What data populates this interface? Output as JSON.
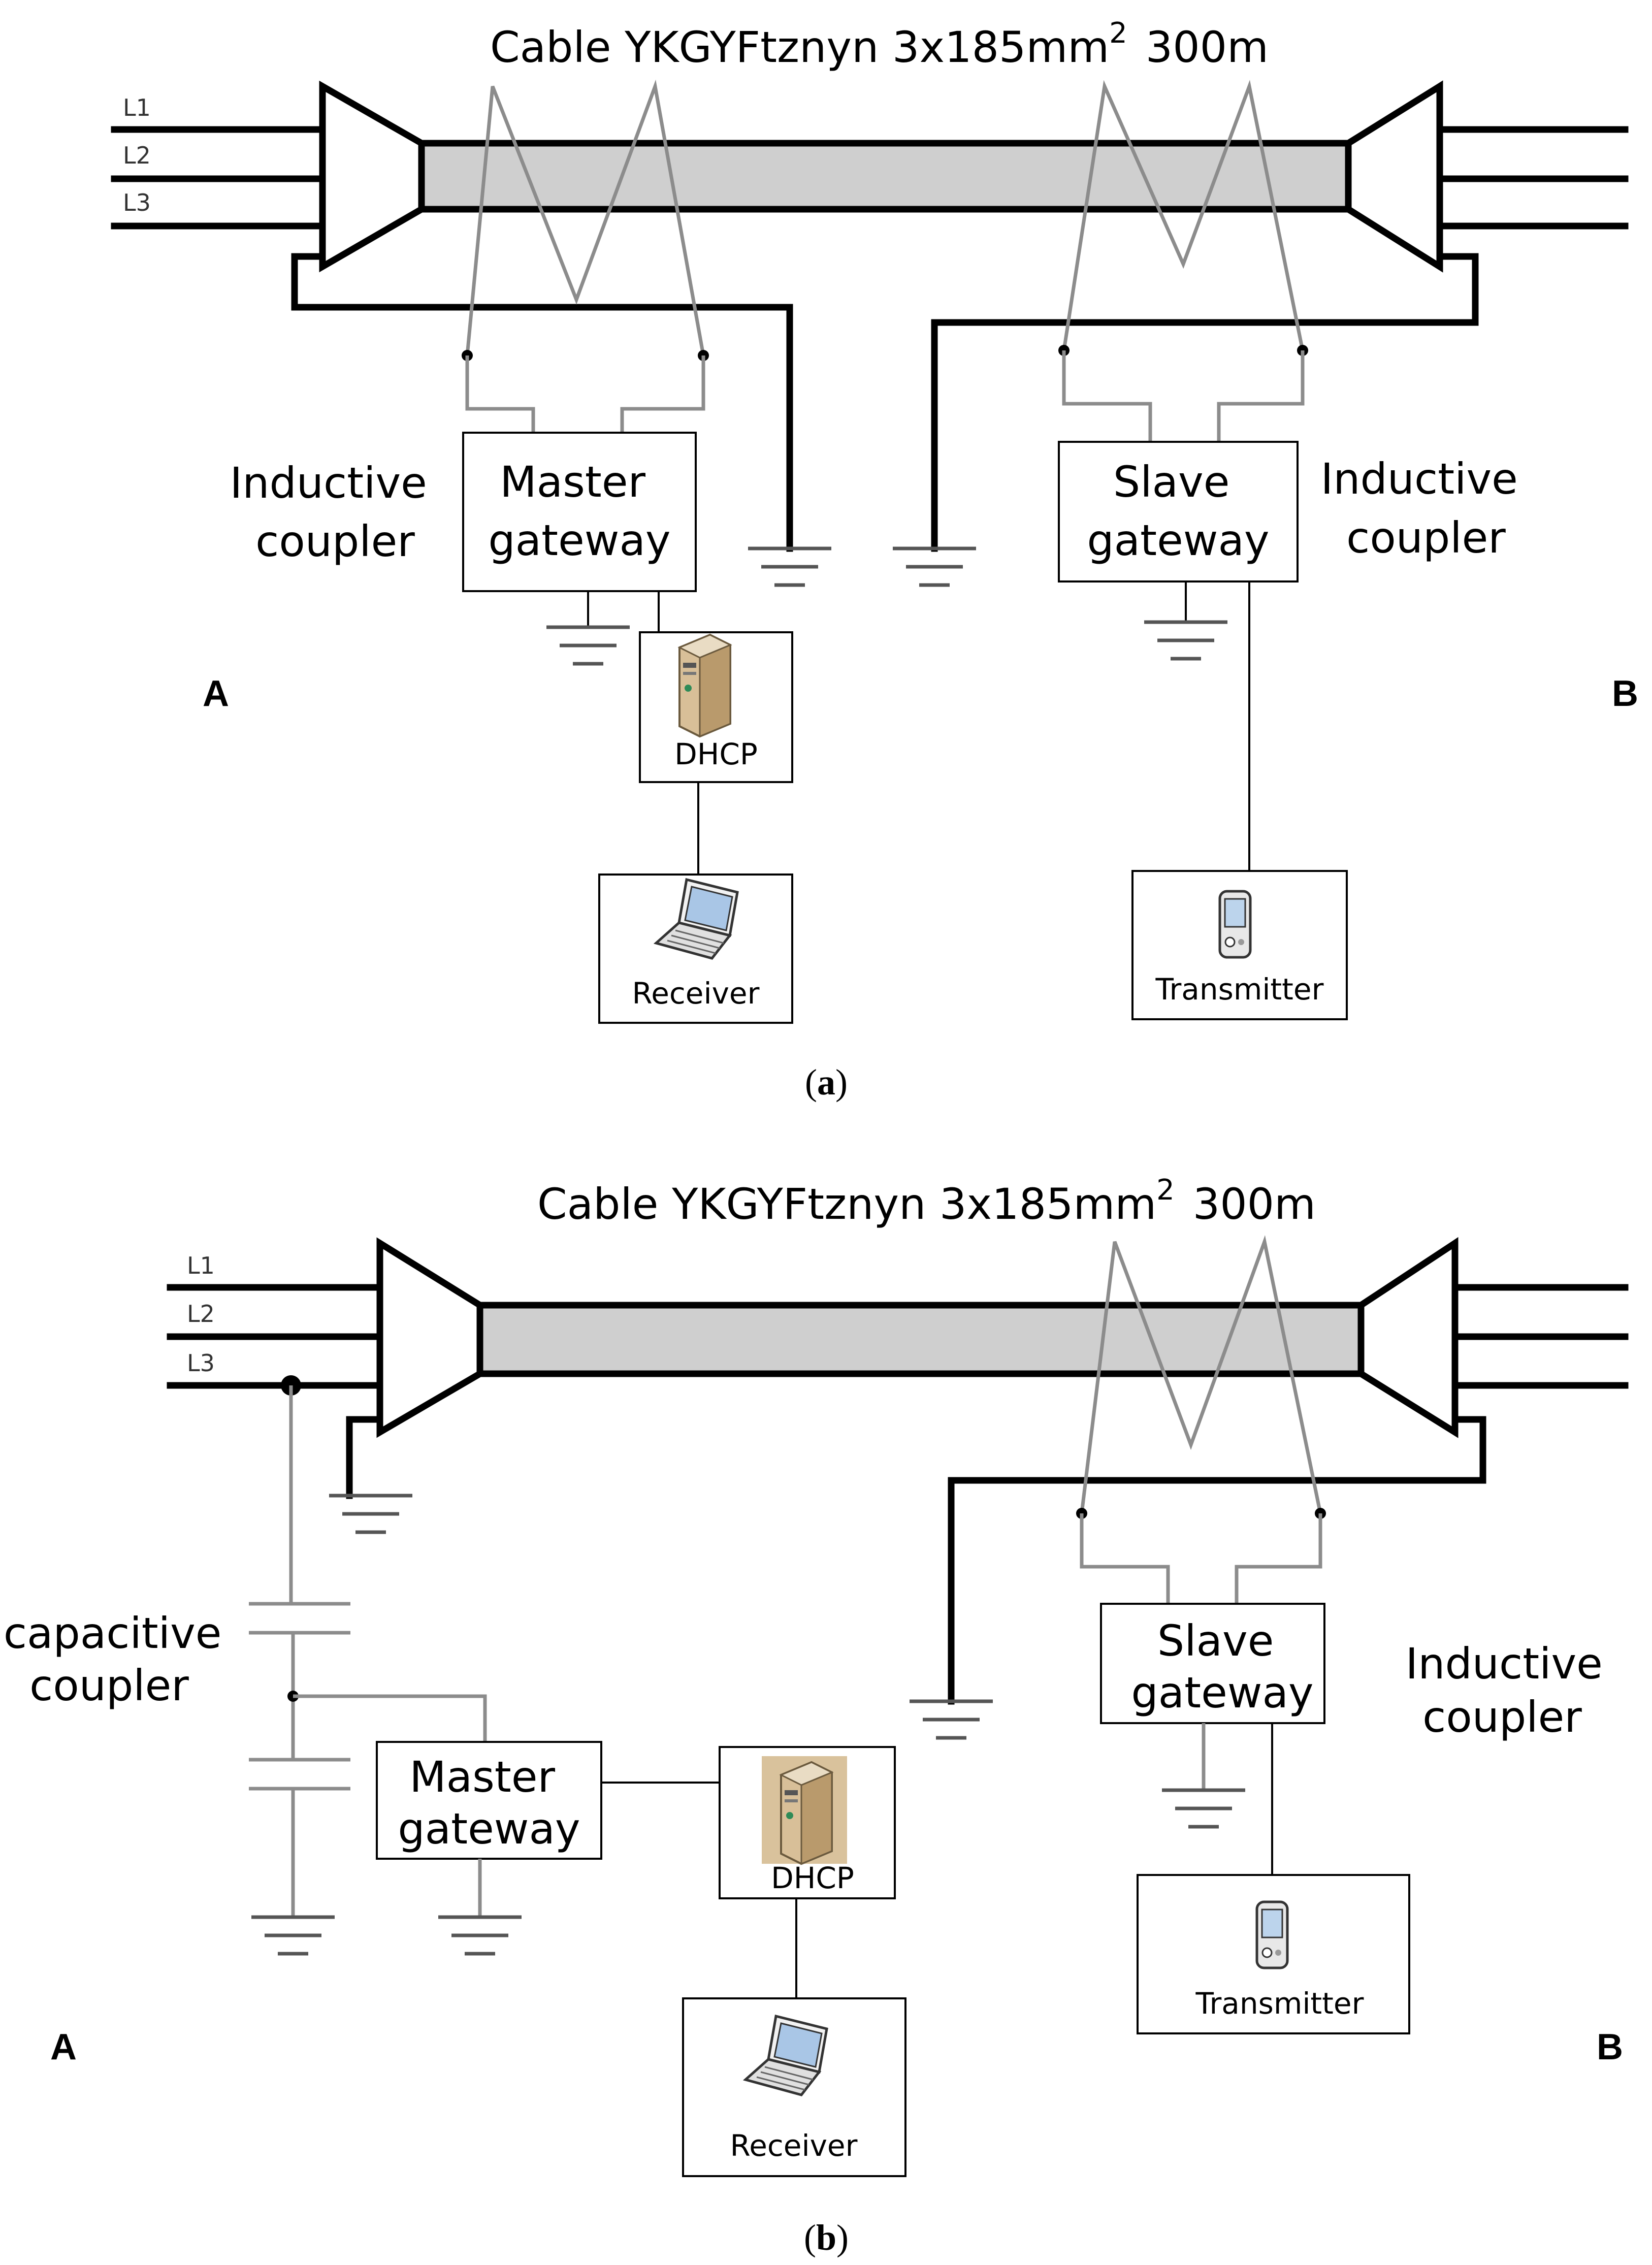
{
  "panel_a": {
    "cable_label": "Cable YKGYFtznyn 3x185mm",
    "cable_sup": "2",
    "cable_length": "300m",
    "lines": [
      "L1",
      "L2",
      "L3"
    ],
    "left_coupler_label": [
      "Inductive",
      "coupler"
    ],
    "right_coupler_label": [
      "Inductive",
      "coupler"
    ],
    "master_gateway": [
      "Master",
      "gateway"
    ],
    "slave_gateway": [
      "Slave",
      "gateway"
    ],
    "dhcp": "DHCP",
    "receiver": "Receiver",
    "transmitter": "Transmitter",
    "end_a": "A",
    "end_b": "B",
    "caption_open": "(",
    "caption_letter": "a",
    "caption_close": ")"
  },
  "panel_b": {
    "cable_label": "Cable YKGYFtznyn  3x185mm",
    "cable_sup": "2",
    "cable_length": "300m",
    "lines": [
      "L1",
      "L2",
      "L3"
    ],
    "capacitive_coupler_label": [
      "capacitive",
      "coupler"
    ],
    "inductive_coupler_label": [
      "Inductive",
      "coupler"
    ],
    "master_gateway": [
      "Master",
      "gateway"
    ],
    "slave_gateway": [
      "Slave",
      "gateway"
    ],
    "dhcp": "DHCP",
    "receiver": "Receiver",
    "transmitter": "Transmitter",
    "end_a": "A",
    "end_b": "B",
    "caption_open": "(",
    "caption_letter": "b",
    "caption_close": ")"
  },
  "colors": {
    "cable_fill": "#cfcfcf",
    "coupler_wire": "#8c8c8c",
    "server_tan": "#c9a77a"
  },
  "icons": {
    "server": "server-icon",
    "laptop": "laptop-icon",
    "handheld": "handheld-device-icon",
    "ground": "ground-symbol-icon",
    "capacitor": "capacitor-icon"
  }
}
